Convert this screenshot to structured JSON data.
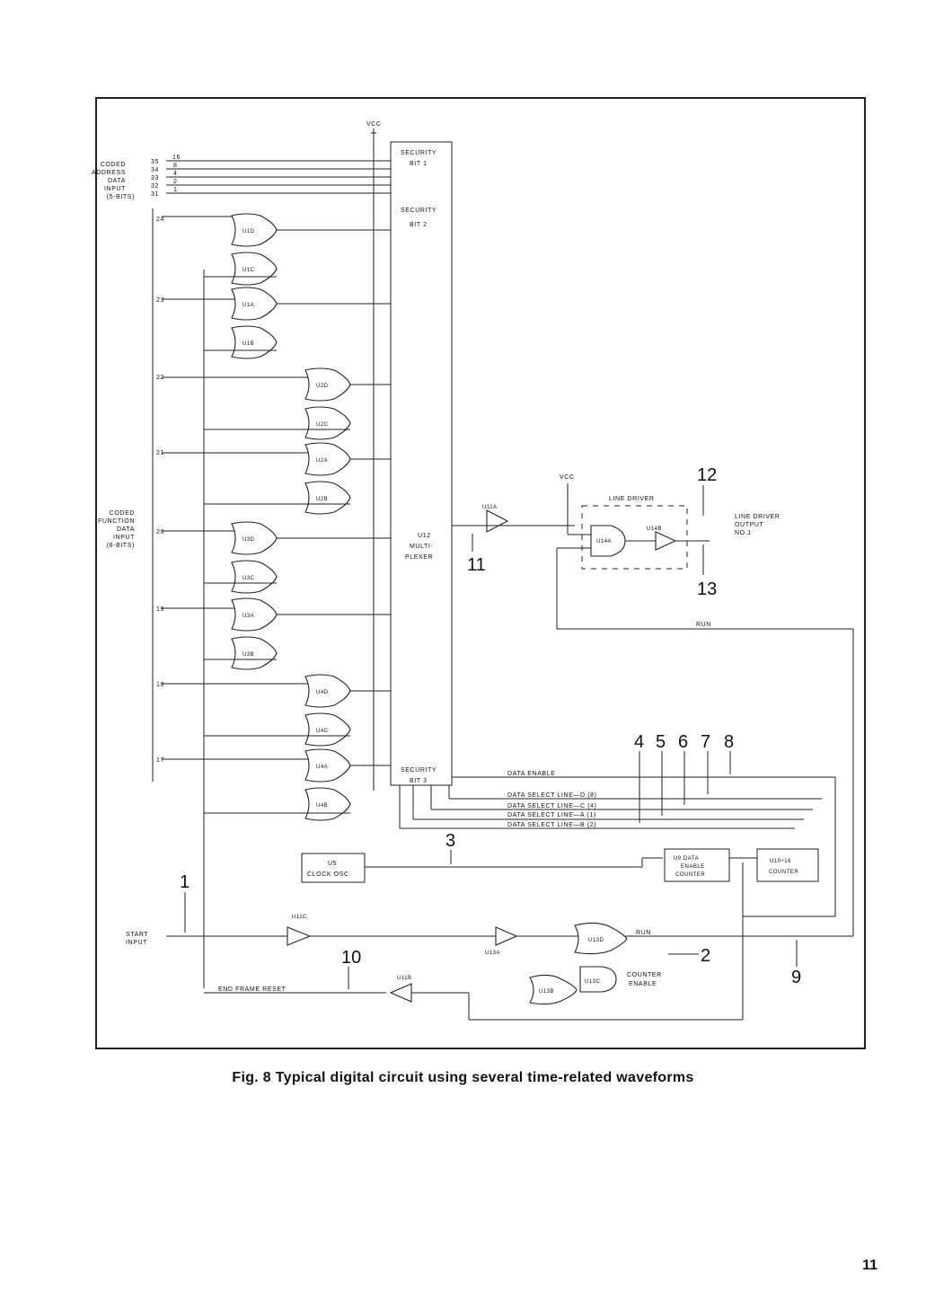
{
  "labels": {
    "vcc": "VCC",
    "coded_address": [
      "CODED",
      "ADDRESS",
      "DATA",
      "INPUT",
      "(5-BITS)"
    ],
    "coded_function": [
      "CODED",
      "FUNCTION",
      "DATA",
      "INPUT",
      "(8-BITS)"
    ],
    "start_input": [
      "START",
      "INPUT"
    ],
    "addr_pins": [
      "35",
      "34",
      "33",
      "32",
      "31"
    ],
    "addr_wire_nums": [
      "16",
      "8",
      "4",
      "2",
      "1"
    ],
    "sec_bit_1": [
      "SECURITY",
      "BIT 1"
    ],
    "sec_bit_2": [
      "SECURITY",
      "BIT 2"
    ],
    "sec_bit_3": [
      "SECURITY",
      "BIT 3"
    ],
    "mux": [
      "U12",
      "MULTI-",
      "PLEXER"
    ],
    "clock": [
      "U5",
      "CLOCK OSC"
    ],
    "line_driver": "LINE DRIVER",
    "line_driver_out": [
      "LINE DRIVER",
      "OUTPUT",
      "NO.1"
    ],
    "run": "RUN",
    "data_enable": "DATA ENABLE",
    "data_select": [
      "DATA SELECT LINE—D (8)",
      "DATA SELECT LINE—C (4)",
      "DATA SELECT LINE—A (1)",
      "DATA SELECT LINE—B (2)"
    ],
    "u9": [
      "U9 DATA",
      "ENABLE",
      "COUNTER"
    ],
    "u10": [
      "U10÷16",
      "COUNTER"
    ],
    "counter_enable": [
      "COUNTER",
      "ENABLE"
    ],
    "end_frame_reset": "END FRAME RESET",
    "gates": [
      "U1D",
      "U1C",
      "U1A",
      "U1B",
      "U2D",
      "U2C",
      "U2A",
      "U2B",
      "U3D",
      "U3C",
      "U3A",
      "U3B",
      "U4D",
      "U4C",
      "U4A",
      "U4B"
    ],
    "misc_gates": [
      "U11A",
      "U11C",
      "U11B",
      "U13A",
      "U13D",
      "U13B",
      "U13C",
      "U14A",
      "U14B"
    ]
  },
  "callouts": [
    "1",
    "2",
    "3",
    "4",
    "5",
    "6",
    "7",
    "8",
    "9",
    "10",
    "11",
    "12",
    "13"
  ],
  "caption": "Fig. 8 Typical digital circuit using several time-related waveforms",
  "page_number": "11"
}
